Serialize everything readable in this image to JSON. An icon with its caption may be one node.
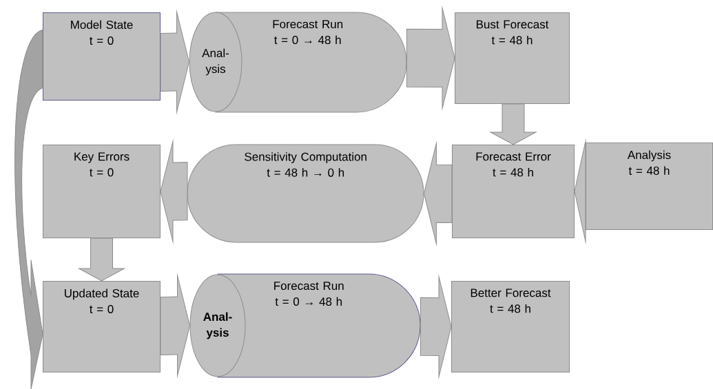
{
  "diagram": {
    "nodes": [
      {
        "text": [
          "Model State",
          "t = 0"
        ]
      },
      {
        "text": [
          "Forecast Run",
          "t = 0 → 48 h"
        ]
      },
      {
        "text": [
          "Anal-ysis"
        ]
      },
      {
        "text": [
          "Bust Forecast",
          "t = 48 h"
        ]
      },
      {
        "text": [
          "Key Errors",
          "t = 0"
        ]
      },
      {
        "text": [
          "Sensitivity Computation",
          "t = 48 h → 0 h"
        ]
      },
      {
        "text": [
          "Forecast Error",
          "t = 48 h"
        ]
      },
      {
        "text": [
          "Analysis",
          "t = 48 h"
        ]
      },
      {
        "text": [
          "Updated State",
          "t = 0"
        ]
      },
      {
        "text": [
          "Forecast Run",
          "t = 0 → 48 h"
        ]
      },
      {
        "text": [
          "Anal-ysis"
        ]
      },
      {
        "text": [
          "Better Forecast",
          "t = 48 h"
        ]
      }
    ],
    "edges": [
      {
        "from": 0,
        "to": 2,
        "arrow": "to"
      },
      {
        "from": 1,
        "to": 3,
        "arrow": "to"
      },
      {
        "from": 3,
        "to": 6,
        "arrow": "to"
      },
      {
        "from": 7,
        "to": 6,
        "arrow": "to"
      },
      {
        "from": 6,
        "to": 5,
        "arrow": "to"
      },
      {
        "from": 5,
        "to": 4,
        "arrow": "to"
      },
      {
        "from": 4,
        "to": 8,
        "arrow": "to"
      },
      {
        "from": 8,
        "to": 10,
        "arrow": "to"
      },
      {
        "from": 9,
        "to": 11,
        "arrow": "to"
      },
      {
        "from": 0,
        "to": 8,
        "arrow": "to"
      }
    ]
  }
}
